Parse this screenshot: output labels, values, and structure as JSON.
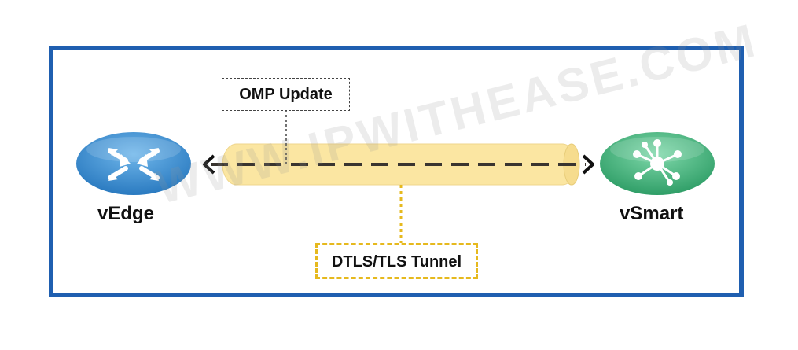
{
  "nodes": {
    "vedge": {
      "label": "vEdge",
      "icon": "router-icon",
      "color": "#2a7ac0"
    },
    "vsmart": {
      "label": "vSmart",
      "icon": "hub-icon",
      "color": "#2f9e67"
    }
  },
  "callouts": {
    "omp": {
      "label": "OMP Update"
    },
    "tunnel": {
      "label": "DTLS/TLS Tunnel"
    }
  },
  "watermark": "WWW.IPWITHEASE.COM",
  "colors": {
    "frame": "#1f5fb0",
    "tunnel": "#fbe6a2",
    "tunnel_border": "#e8cd7a",
    "tunnel_callout": "#e6b91e"
  }
}
